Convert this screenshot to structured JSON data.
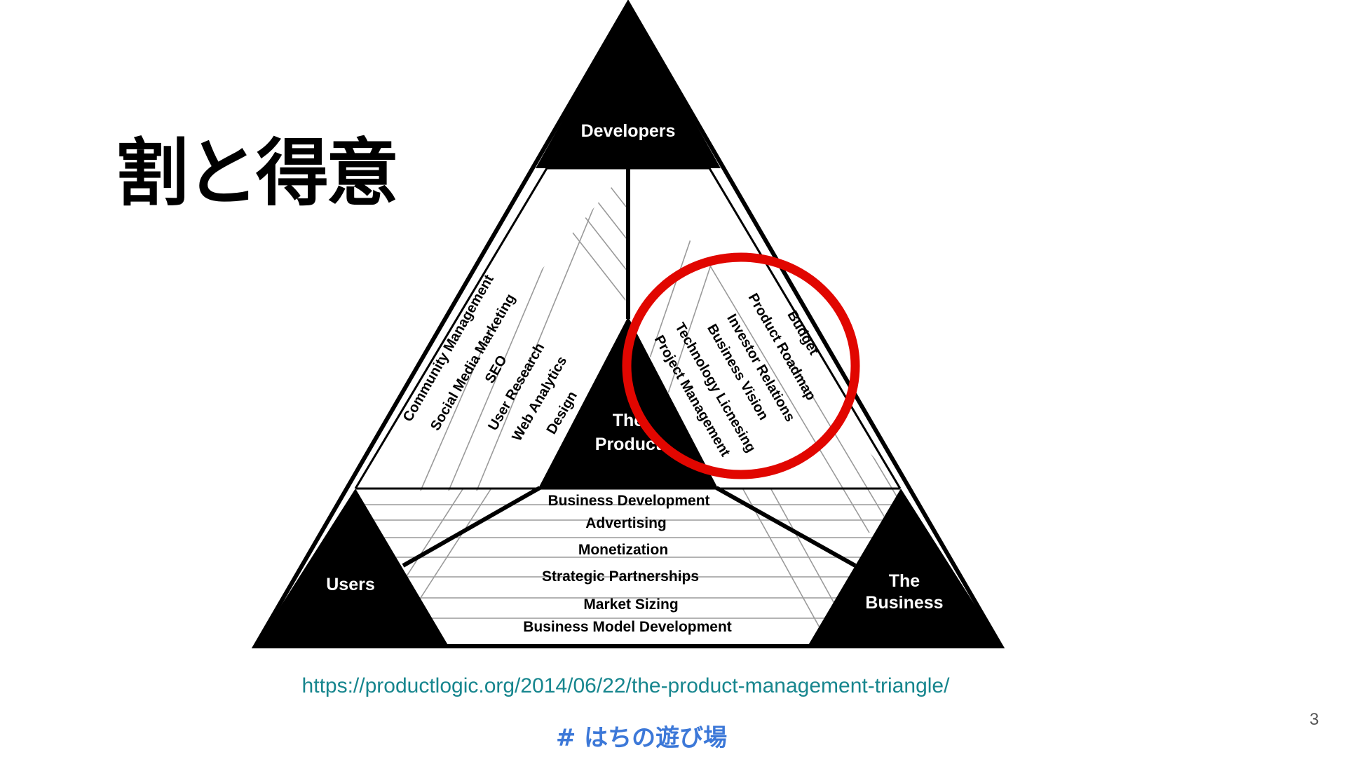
{
  "slide": {
    "title": "割と得意",
    "source_url": "https://productlogic.org/2014/06/22/the-product-management-triangle/",
    "hashtag": "# はちの遊び場",
    "page_number": "3"
  },
  "diagram": {
    "corners": {
      "developers": "Developers",
      "users": "Users",
      "business_line1": "The",
      "business_line2": "Business",
      "product_line1": "The",
      "product_line2": "Product"
    },
    "left_edge_labels": [
      "Community Management",
      "Social Media Marketing",
      "SEO",
      "User Research",
      "Web Analytics",
      "Design"
    ],
    "right_edge_labels": [
      "Budget",
      "Product Roadmap",
      "Investor Relations",
      "Business Vision",
      "Technology Licnesing",
      "Project Management"
    ],
    "bottom_edge_labels": [
      "Business Development",
      "Advertising",
      "Monetization",
      "Strategic Partnerships",
      "Market Sizing",
      "Business Model Development"
    ]
  },
  "colors": {
    "link": "#17868e",
    "hashtag": "#3c78d8",
    "highlight_circle": "#e10600",
    "ink": "#000000"
  }
}
